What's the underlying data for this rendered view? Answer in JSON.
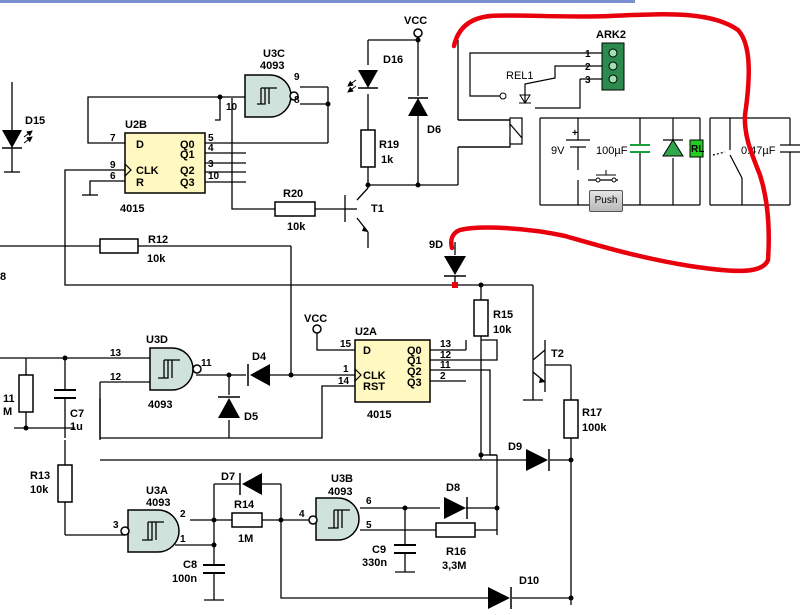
{
  "vcc_label": "VCC",
  "ics": {
    "u2b": {
      "name": "U2B",
      "type": "4015",
      "pins_left": [
        "D",
        "CLK",
        "R"
      ],
      "pins_right": [
        "Q0",
        "Q1",
        "Q2",
        "Q3"
      ],
      "pin_nums": [
        "7",
        "9",
        "6",
        "5",
        "4",
        "3",
        "10"
      ]
    },
    "u2a": {
      "name": "U2A",
      "type": "4015",
      "pins_left": [
        "D",
        "CLK",
        "RST"
      ],
      "pins_right": [
        "Q0",
        "Q1",
        "Q2",
        "Q3"
      ],
      "pin_nums": [
        "15",
        "1",
        "14",
        "13",
        "12",
        "11",
        "2"
      ]
    },
    "u3c": {
      "name": "U3C",
      "type": "4093",
      "pins": [
        "10",
        "9",
        "8"
      ]
    },
    "u3d": {
      "name": "U3D",
      "type": "4093",
      "pins": [
        "13",
        "12",
        "11"
      ]
    },
    "u3a": {
      "name": "U3A",
      "type": "4093",
      "pins": [
        "3",
        "2",
        "1"
      ]
    },
    "u3b": {
      "name": "U3B",
      "type": "4093",
      "pins": [
        "4",
        "6",
        "5"
      ]
    }
  },
  "components": {
    "d15": "D15",
    "d16": "D16",
    "d6": "D6",
    "d4": "D4",
    "d5": "D5",
    "d7": "D7",
    "d8": "D8",
    "d9": "D9",
    "d10": "D10",
    "d9_partial": "9D",
    "r19": "R19",
    "r19_val": "1k",
    "r20": "R20",
    "r20_val": "10k",
    "r12": "R12",
    "r12_val": "10k",
    "r15": "R15",
    "r15_val": "10k",
    "r17": "R17",
    "r17_val": "100k",
    "r13": "R13",
    "r13_val": "10k",
    "r14": "R14",
    "r14_val": "1M",
    "r16": "R16",
    "r16_val": "3,3M",
    "r11_partial": "11",
    "r11_val_partial": "M",
    "c7": "C7",
    "c7_val": "1u",
    "c8": "C8",
    "c8_val": "100n",
    "c9": "C9",
    "c9_val": "330n",
    "t1": "T1",
    "t2": "T2",
    "edge_label": "8"
  },
  "relay_panel": {
    "ark2": "ARK2",
    "ark_pins": [
      "1",
      "2",
      "3"
    ],
    "rel1": "REL1",
    "battery": "9V",
    "cap1": "100µF",
    "cap2": "0.47µF",
    "rl": "RL",
    "push_label": "Push"
  },
  "colors": {
    "annotation": "#e8000d",
    "gate_fill": "#cfe3dc",
    "ic_fill": "#fff8c0",
    "led_fill": "#2ea84a",
    "terminal_fill": "#2d8a4f",
    "rl_fill": "#22cc22"
  }
}
